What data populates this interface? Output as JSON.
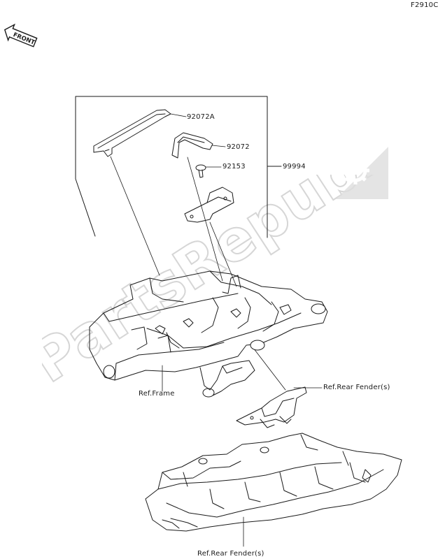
{
  "figure_code": "F2910C",
  "front_badge": "FRONT",
  "watermark": "PartsRepublik",
  "callouts": {
    "p92072a": "92072A",
    "p92072": "92072",
    "p92153": "92153",
    "p99994": "99994",
    "ref_frame": "Ref.Frame",
    "ref_rear_fender_upper": "Ref.Rear Fender(s)",
    "ref_rear_fender_lower": "Ref.Rear Fender(s)"
  },
  "colors": {
    "line": "#1a1a1a",
    "watermark": "#d8d8d8",
    "background": "#ffffff"
  },
  "icons": {
    "front_arrow": "front-arrow-icon",
    "watermark_gear": "gear-icon"
  }
}
